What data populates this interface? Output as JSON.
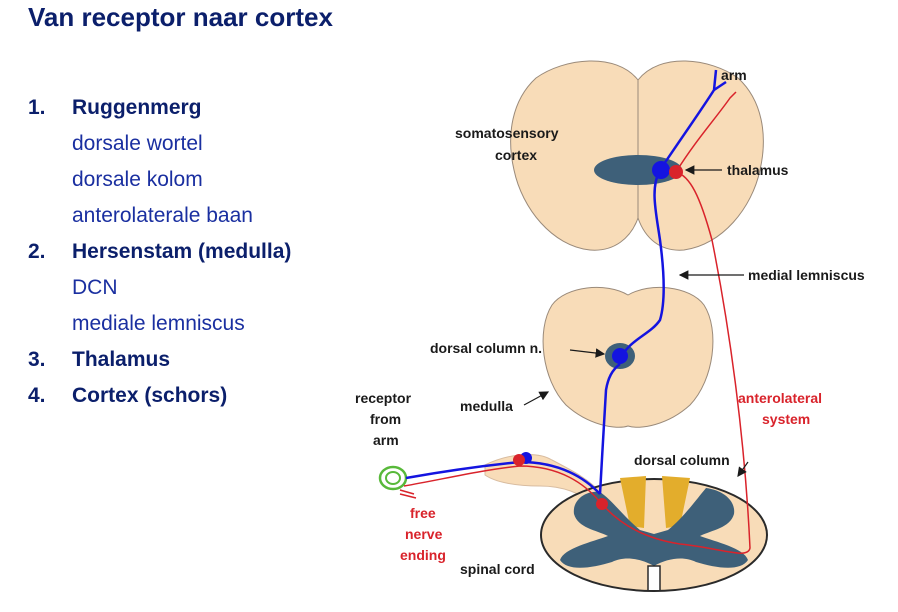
{
  "title": "Van receptor naar cortex",
  "outline": [
    {
      "num": "1.",
      "label": "Ruggenmerg",
      "subs": [
        "dorsale wortel",
        "dorsale kolom",
        "anterolaterale baan"
      ]
    },
    {
      "num": "2.",
      "label": "Hersenstam (medulla)",
      "subs": [
        "DCN",
        "mediale lemniscus"
      ]
    },
    {
      "num": "3.",
      "label": "Thalamus",
      "subs": []
    },
    {
      "num": "4.",
      "label": "Cortex (schors)",
      "subs": []
    }
  ],
  "diagram": {
    "labels": {
      "arm": "arm",
      "somatosensory_line1": "somatosensory",
      "somatosensory_line2": "cortex",
      "thalamus": "thalamus",
      "medial_lemniscus": "medial lemniscus",
      "dorsal_column_n": "dorsal column n.",
      "medulla": "medulla",
      "anterolateral_line1": "anterolateral",
      "anterolateral_line2": "system",
      "receptor_line1": "receptor",
      "receptor_line2": "from",
      "receptor_line3": "arm",
      "dorsal_column": "dorsal column",
      "free_line1": "free",
      "free_line2": "nerve",
      "free_line3": "ending",
      "spinal_cord": "spinal cord"
    },
    "colors": {
      "tissue": "#f8dcb8",
      "nucleus": "#3e6079",
      "blue_path": "#1414e0",
      "red_path": "#d9232b",
      "dorsal_column_fill": "#e3ad2c",
      "receptor": "#58b93a"
    }
  }
}
